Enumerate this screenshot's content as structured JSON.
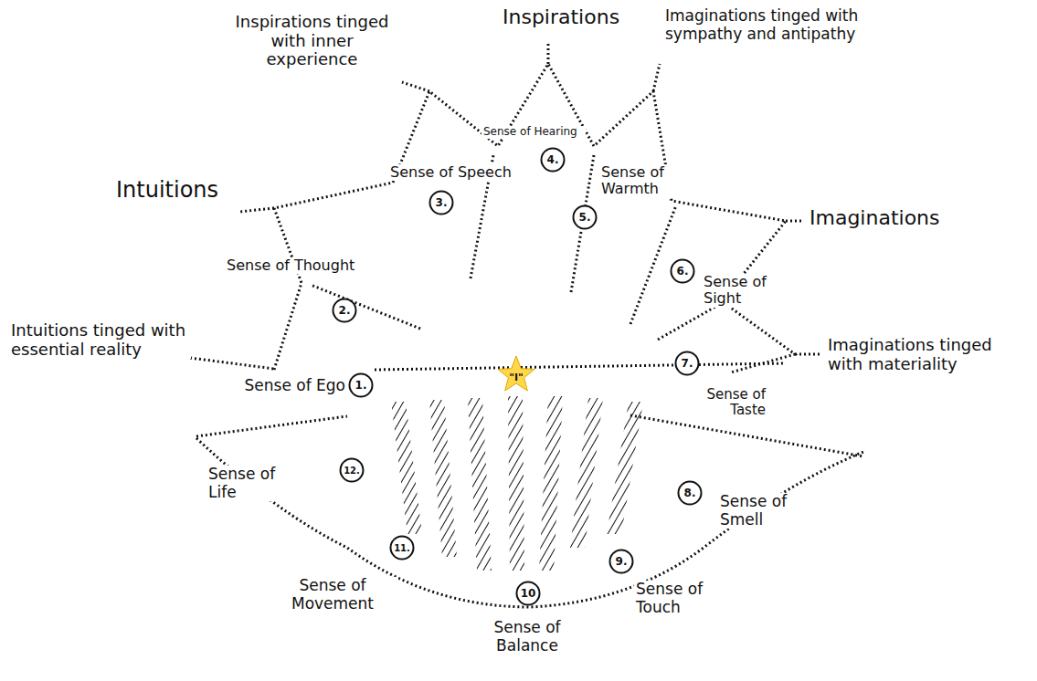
{
  "diagram": {
    "nodes": [
      {
        "text": [
          "1.",
          "Sense of Ego"
        ]
      },
      {
        "text": [
          "2.",
          "Sense of Thought"
        ]
      },
      {
        "text": [
          "3.",
          "Sense of Speech"
        ]
      },
      {
        "text": [
          "4.",
          "Sense of Hearing"
        ]
      },
      {
        "text": [
          "5.",
          "Sense of Warmth"
        ]
      },
      {
        "text": [
          "6.",
          "Sense of Sight"
        ]
      },
      {
        "text": [
          "7.",
          "Sense of Taste"
        ]
      },
      {
        "text": [
          "8.",
          "Sense of Smell"
        ]
      },
      {
        "text": [
          "9.",
          "Sense of Touch"
        ]
      },
      {
        "text": [
          "10",
          "Sense of Balance"
        ]
      },
      {
        "text": [
          "11.",
          "Sense of Movement"
        ]
      },
      {
        "text": [
          "12.",
          "Sense of Life"
        ]
      },
      {
        "text": [
          "\"I\""
        ]
      }
    ],
    "labels": [
      "Inspirations",
      "Inspirations tinged with inner experience",
      "Imaginations tinged with sympathy and antipathy",
      "Intuitions",
      "Imaginations",
      "Intuitions tinged with essential reality",
      "Imaginations tinged with materiality"
    ]
  }
}
